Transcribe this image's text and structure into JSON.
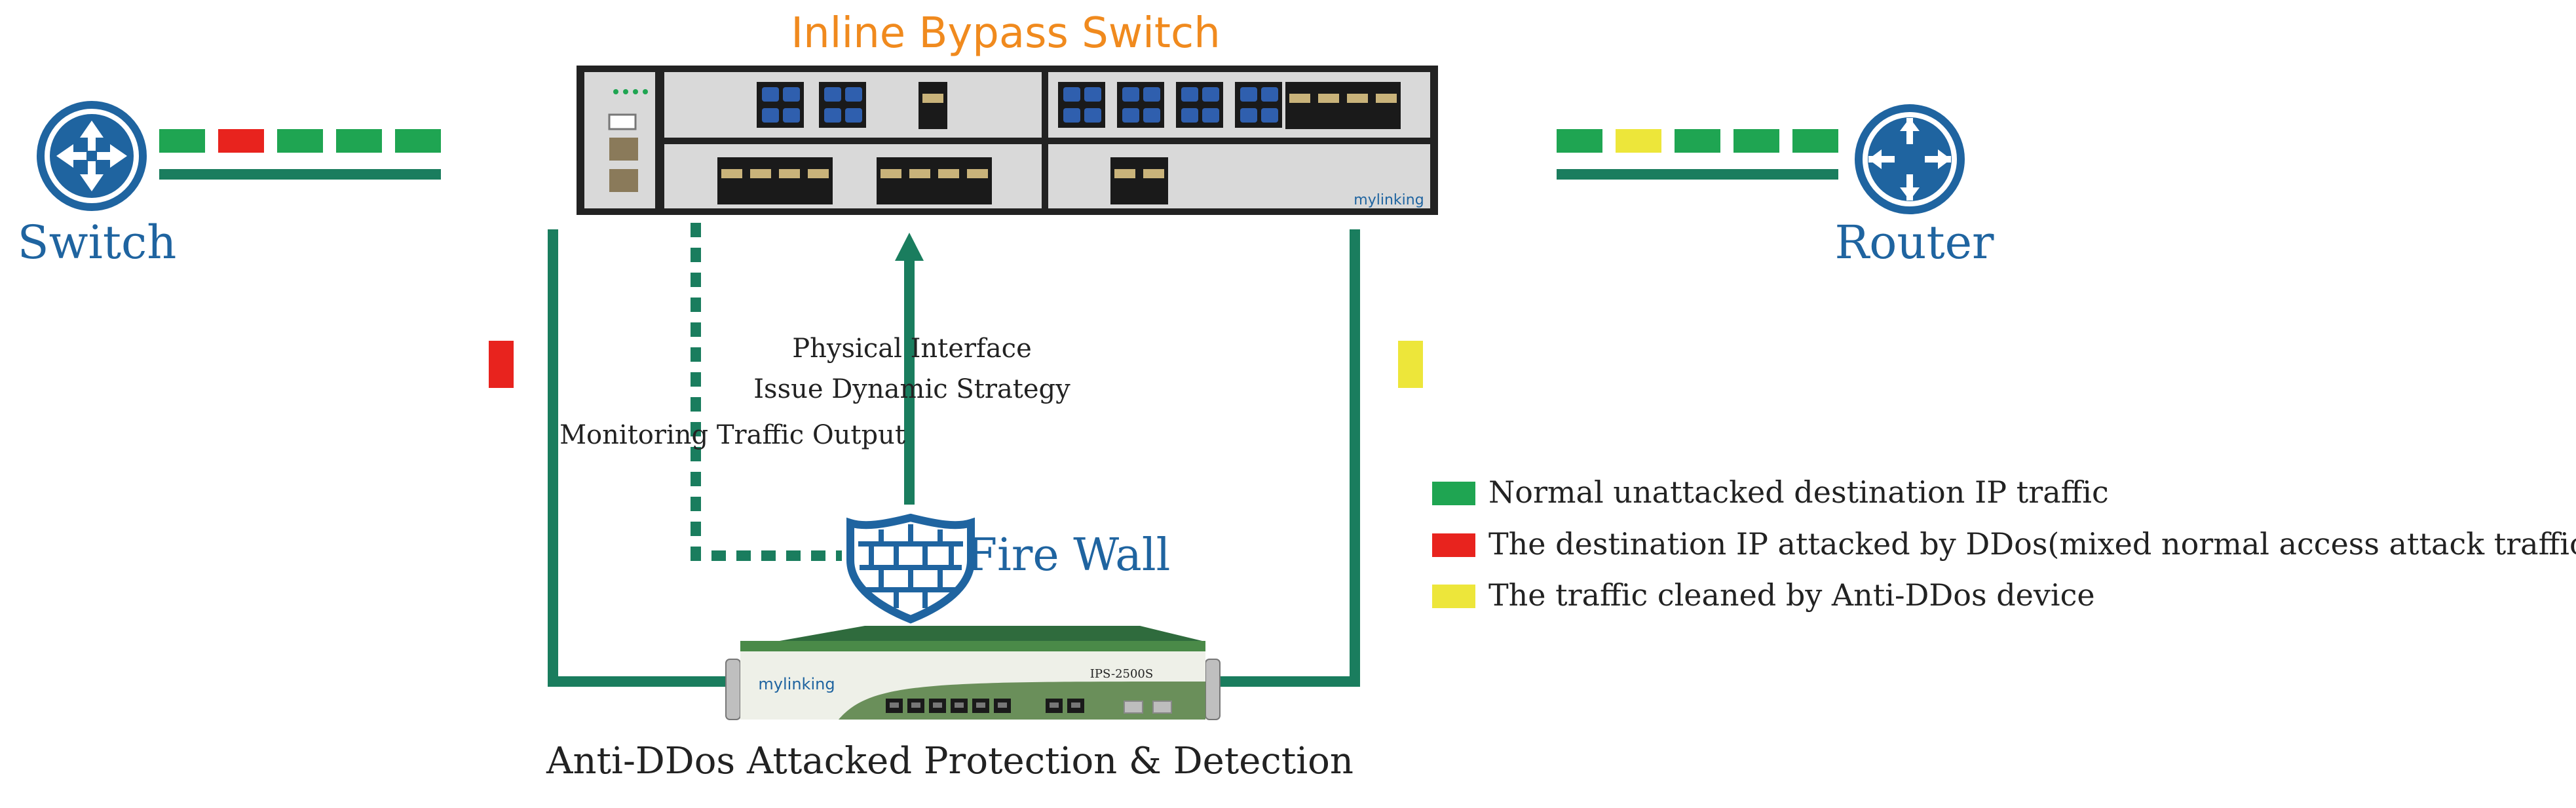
{
  "title": "Inline Bypass Switch",
  "nodes": {
    "switch": "Switch",
    "router": "Router",
    "firewall": "Fire Wall",
    "anti_ddos": "Anti-DDos Attacked Protection & Detection"
  },
  "edges": {
    "physical_interface": "Physical Interface",
    "issue_strategy": "Issue Dynamic Strategy",
    "monitoring_output": "Monitoring Traffic Output"
  },
  "device": {
    "brand": "mylinking",
    "model": "IPS-2500S"
  },
  "legend": [
    {
      "color": "#1fa552",
      "label": "Normal unattacked destination IP traffic"
    },
    {
      "color": "#e8231e",
      "label": "The destination IP attacked by DDos(mixed normal access attack traffic)"
    },
    {
      "color": "#ede63a",
      "label": "The traffic cleaned by Anti-DDos device"
    }
  ],
  "traffic": {
    "left": [
      "#1fa552",
      "#e8231e",
      "#1fa552",
      "#1fa552",
      "#1fa552"
    ],
    "right": [
      "#1fa552",
      "#ede63a",
      "#1fa552",
      "#1fa552",
      "#1fa552"
    ]
  },
  "colors": {
    "title": "#f08a1e",
    "node_blue": "#1f64a0",
    "link": "#1a7d5e",
    "normal": "#1fa552",
    "attacked": "#e8231e",
    "cleaned": "#ede63a"
  }
}
